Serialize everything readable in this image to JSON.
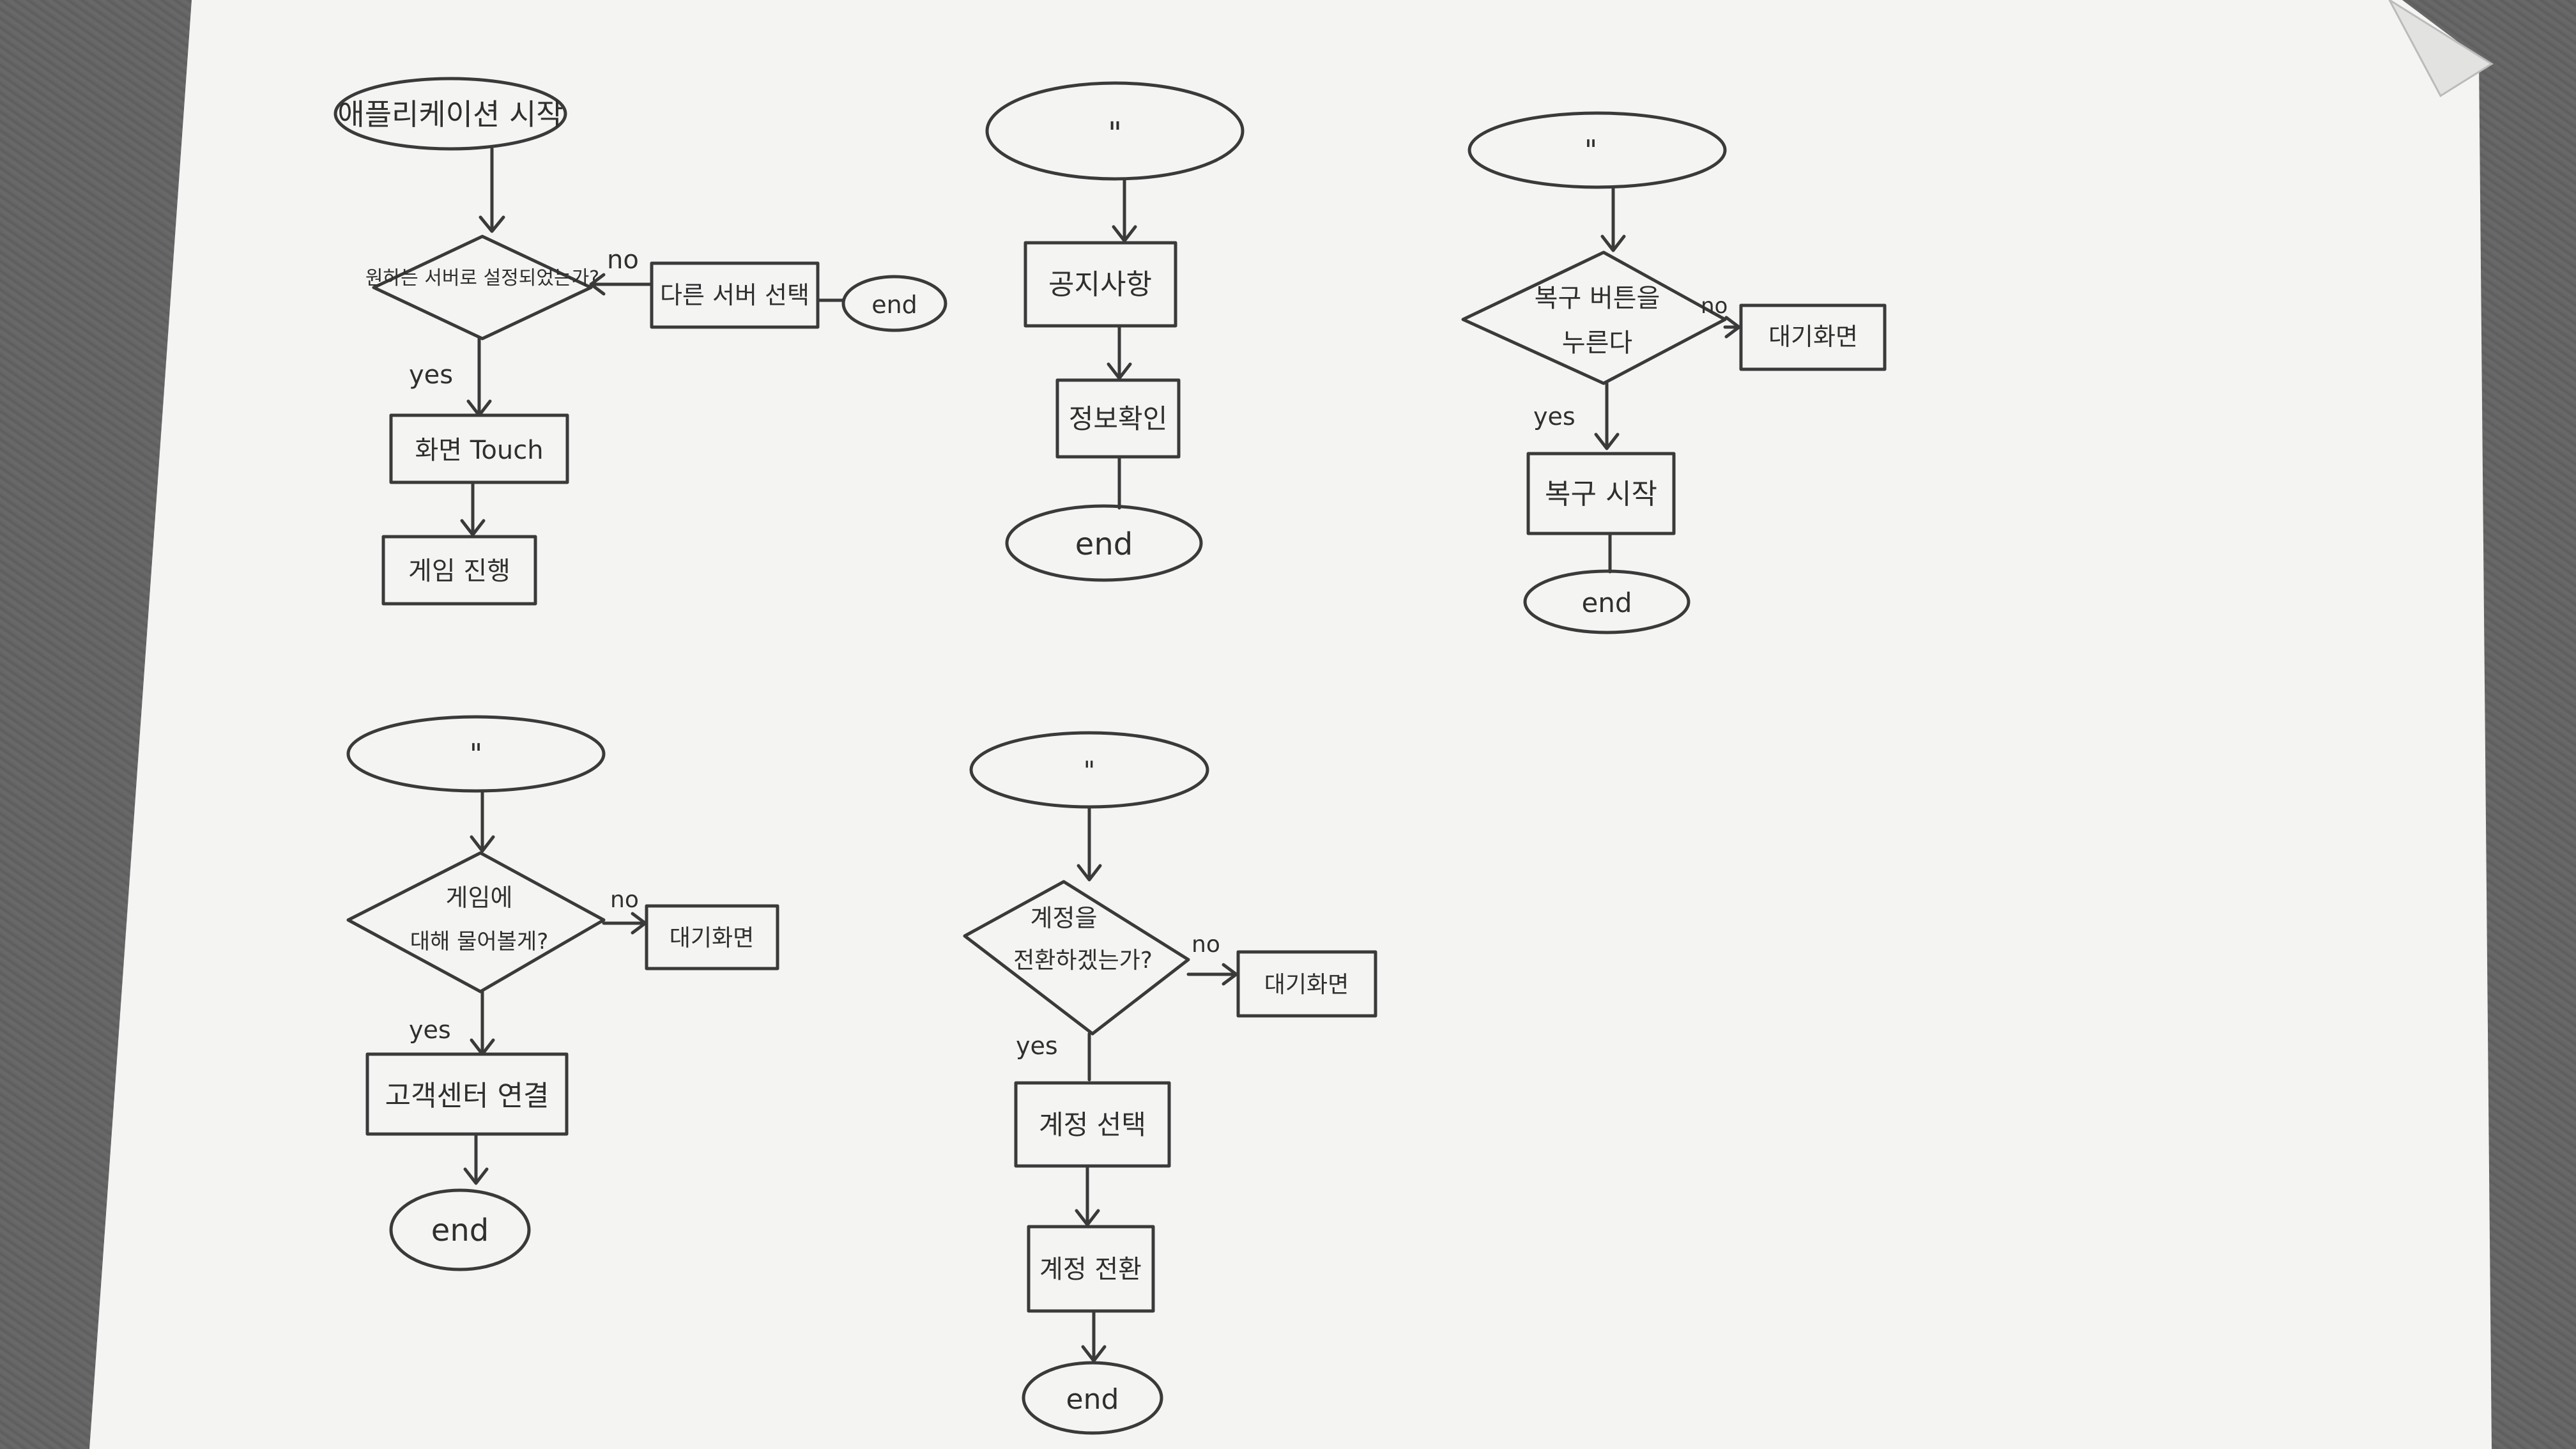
{
  "flow1": {
    "start": "애플리케이션 시작",
    "decision": "원하는 서버로 설정되었는가?",
    "no_label": "no",
    "no_box": "다른 서버 선택",
    "no_end": "end",
    "yes_label": "yes",
    "step1": "화면 Touch",
    "step2": "게임 진행"
  },
  "flow2": {
    "start": "\"",
    "step1": "공지사항",
    "step2": "정보확인",
    "end": "end"
  },
  "flow3": {
    "start": "\"",
    "decision_line1": "복구 버튼을",
    "decision_line2": "누른다",
    "no_label": "no",
    "no_box": "대기화면",
    "yes_label": "yes",
    "step1": "복구 시작",
    "end": "end"
  },
  "flow4": {
    "start": "\"",
    "decision_line1": "게임에",
    "decision_line2": "대해 물어볼게?",
    "no_label": "no",
    "no_box": "대기화면",
    "yes_label": "yes",
    "step1": "고객센터 연결",
    "end": "end"
  },
  "flow5": {
    "start": "\"",
    "decision_line1": "계정을",
    "decision_line2": "전환하겠는가?",
    "no_label": "no",
    "no_box": "대기화면",
    "yes_label": "yes",
    "step1": "계정 선택",
    "step2": "계정 전환",
    "end": "end"
  }
}
